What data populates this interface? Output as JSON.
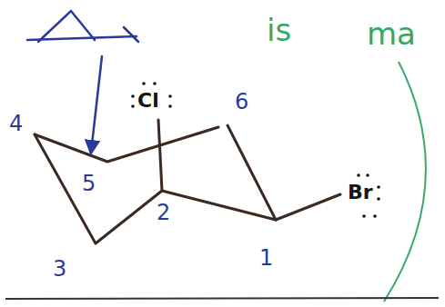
{
  "diagram": {
    "labels": [
      "is",
      "ma",
      "Cl",
      "6",
      "4",
      "5",
      "2",
      "Br",
      "3",
      "1"
    ]
  }
}
